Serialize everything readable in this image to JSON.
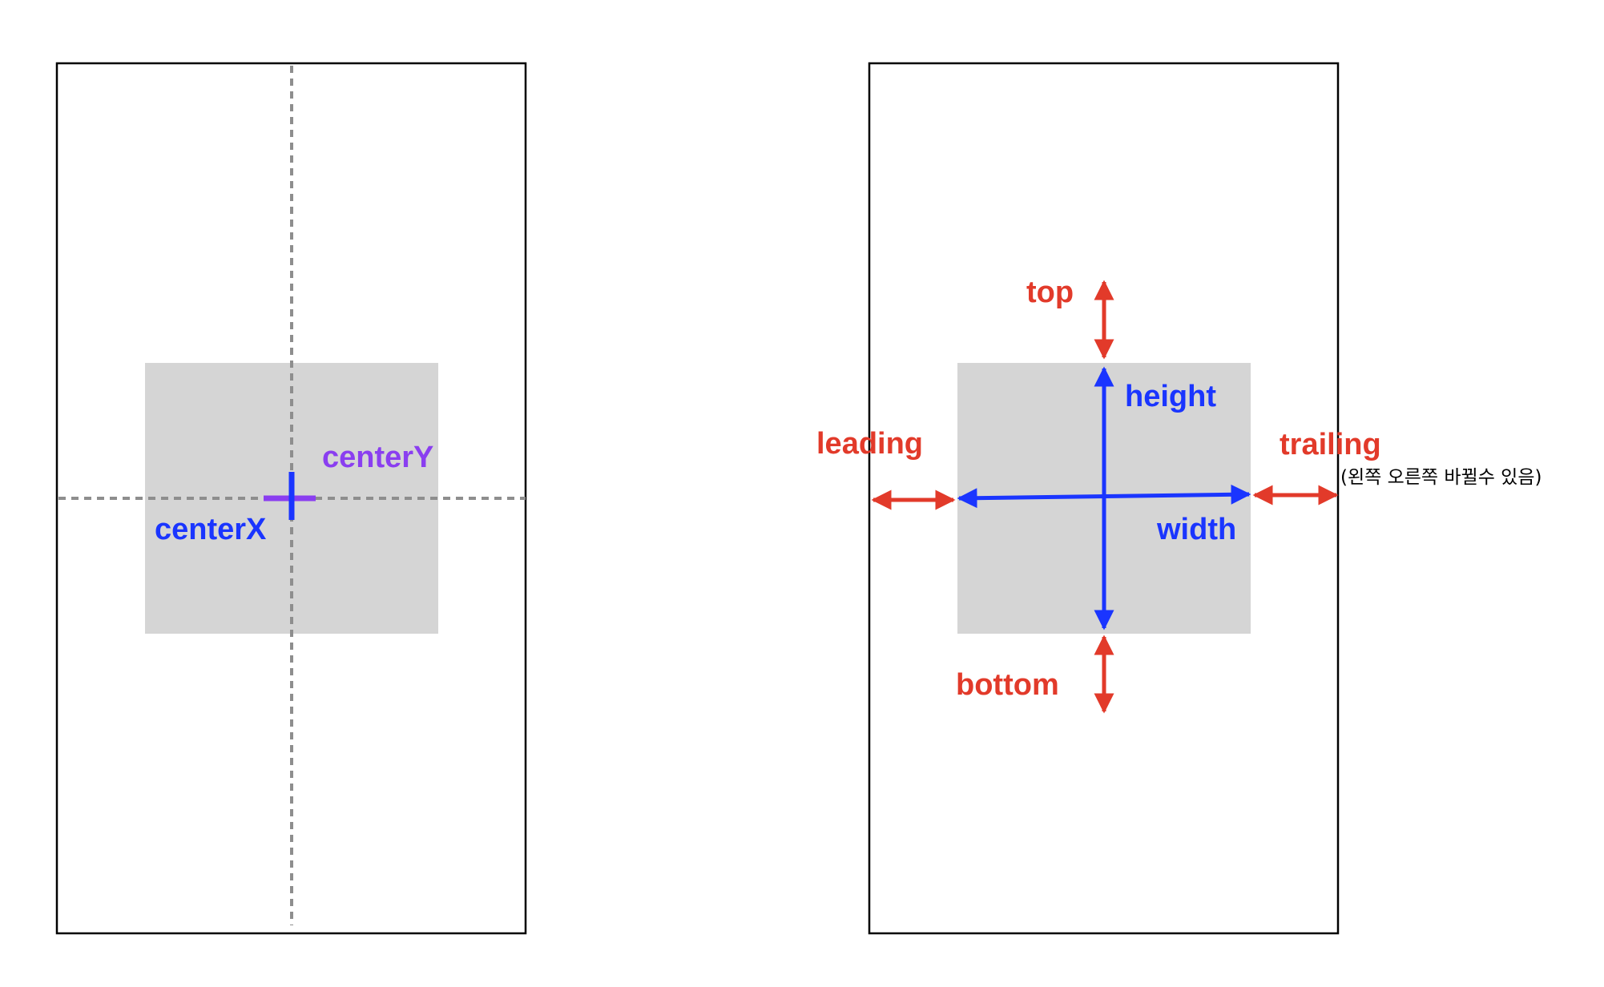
{
  "colors": {
    "frame": "#000000",
    "box": "#d5d5d5",
    "guide": "#8e8e8e",
    "center_x": "#1a35ff",
    "center_y": "#8a3ef0",
    "size": "#1a35ff",
    "edge": "#e23a2a",
    "note": "#000000"
  },
  "left_panel": {
    "center_y_label": "centerY",
    "center_x_label": "centerX"
  },
  "right_panel": {
    "top_label": "top",
    "height_label": "height",
    "leading_label": "leading",
    "trailing_label": "trailing",
    "trailing_note": "(왼쪽 오른쪽 바뀔수 있음)",
    "width_label": "width",
    "bottom_label": "bottom"
  }
}
